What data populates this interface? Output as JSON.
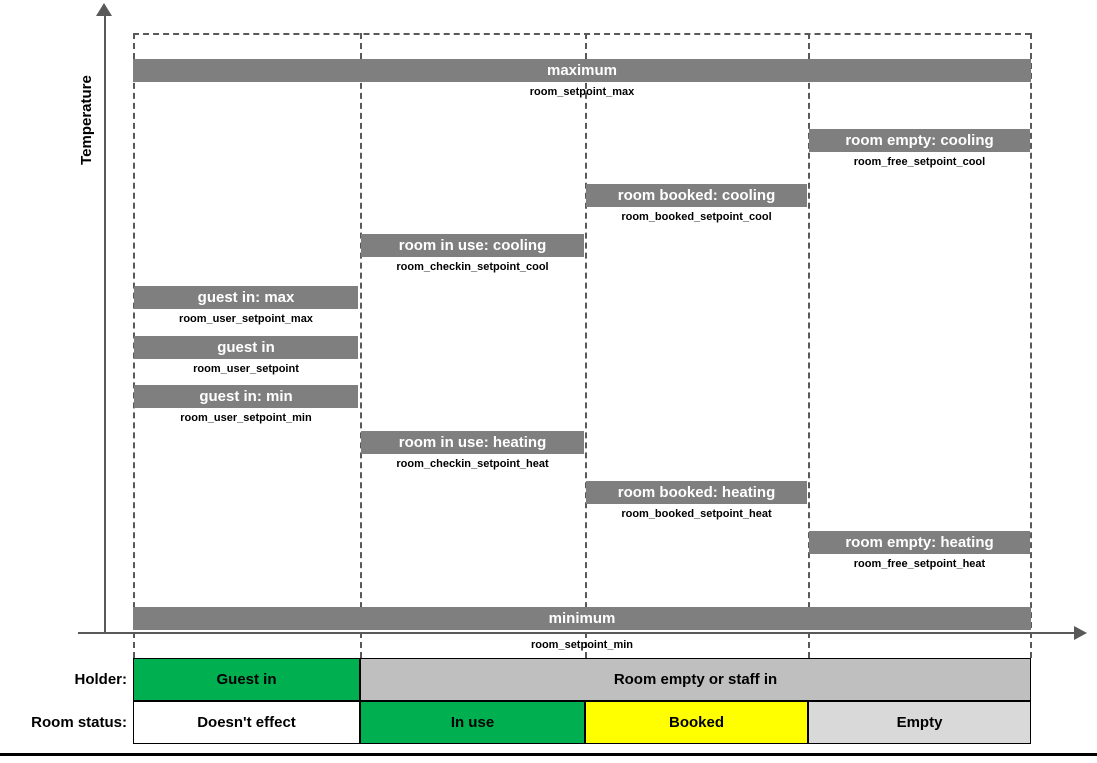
{
  "axis": {
    "y_label": "Temperature"
  },
  "global_bars": {
    "maximum": {
      "label": "maximum",
      "sub": "room_setpoint_max"
    },
    "minimum": {
      "label": "minimum",
      "sub": "room_setpoint_min"
    }
  },
  "bars": {
    "guest_max": {
      "label": "guest in: max",
      "sub": "room_user_setpoint_max"
    },
    "guest": {
      "label": "guest in",
      "sub": "room_user_setpoint"
    },
    "guest_min": {
      "label": "guest in: min",
      "sub": "room_user_setpoint_min"
    },
    "inuse_cool": {
      "label": "room in use: cooling",
      "sub": "room_checkin_setpoint_cool"
    },
    "inuse_heat": {
      "label": "room in use: heating",
      "sub": "room_checkin_setpoint_heat"
    },
    "booked_cool": {
      "label": "room booked: cooling",
      "sub": "room_booked_setpoint_cool"
    },
    "booked_heat": {
      "label": "room booked: heating",
      "sub": "room_booked_setpoint_heat"
    },
    "empty_cool": {
      "label": "room empty: cooling",
      "sub": "room_free_setpoint_cool"
    },
    "empty_heat": {
      "label": "room empty: heating",
      "sub": "room_free_setpoint_heat"
    }
  },
  "table": {
    "holder_label": "Holder:",
    "status_label": "Room status:",
    "holder": {
      "guest_in": "Guest in",
      "room_empty_staff": "Room empty or staff in"
    },
    "status": {
      "doesnt_effect": "Doesn't effect",
      "in_use": "In use",
      "booked": "Booked",
      "empty": "Empty"
    }
  },
  "colors": {
    "bar_gray": "#7f7f7f",
    "axis_gray": "#595959",
    "green": "#00b050",
    "yellow": "#ffff00",
    "holder_gray": "#bfbfbf",
    "empty_gray": "#d9d9d9"
  }
}
